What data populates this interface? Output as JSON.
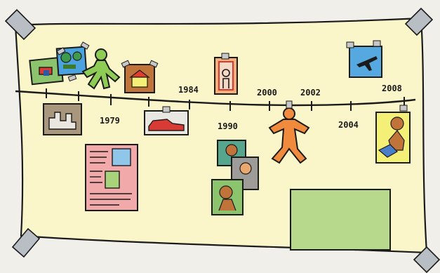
{
  "canvas": {
    "background": "#f1efea",
    "paper_color": "#fbf6c9",
    "tape_color": "#b9bec4",
    "line_color": "#1b1b1b"
  },
  "timeline": {
    "year_labels": {
      "y1979": "1979",
      "y1984": "1984",
      "y1990": "1990",
      "y2000": "2000",
      "y2002": "2002",
      "y2004": "2004",
      "y2008": "2008"
    }
  },
  "colors": {
    "stick_figure_green": "#8fcc55",
    "stick_figure_orange": "#f08a3c",
    "postcard_bg": "#f2a9a9",
    "postcard_box_blue": "#8fc6ea",
    "postcard_box_green": "#a8d37b",
    "large_green_box": "#b7d98c",
    "blue_photo": "#56a9e0",
    "yellow_photo": "#f4ef77",
    "brown_photo": "#c0743a",
    "gray_photo": "#9e9c98",
    "pink_photo": "#e58c86",
    "teal_photo": "#56a68e",
    "red_car": "#d93a33"
  }
}
